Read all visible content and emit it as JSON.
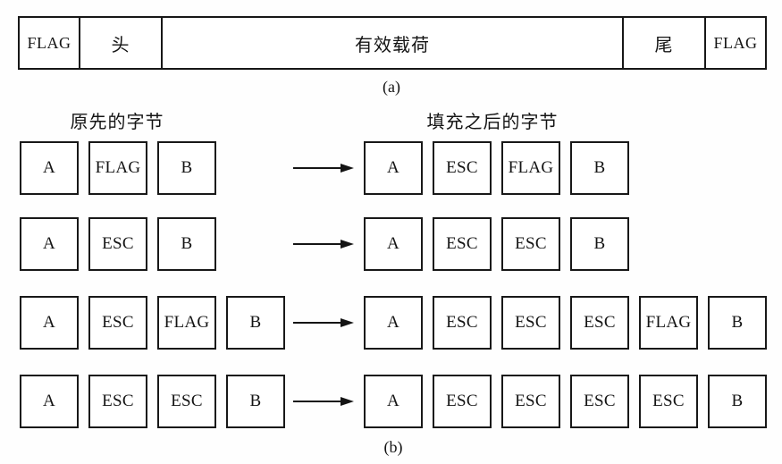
{
  "figure": {
    "frame_a": {
      "cells": [
        {
          "label": "FLAG"
        },
        {
          "label": "头"
        },
        {
          "label": "有效载荷"
        },
        {
          "label": "尾"
        },
        {
          "label": "FLAG"
        }
      ],
      "caption": "(a)"
    },
    "byte_stuffing": {
      "left_title": "原先的字节",
      "right_title": "填充之后的字节",
      "rows": [
        {
          "original": [
            "A",
            "FLAG",
            "B"
          ],
          "stuffed": [
            "A",
            "ESC",
            "FLAG",
            "B"
          ]
        },
        {
          "original": [
            "A",
            "ESC",
            "B"
          ],
          "stuffed": [
            "A",
            "ESC",
            "ESC",
            "B"
          ]
        },
        {
          "original": [
            "A",
            "ESC",
            "FLAG",
            "B"
          ],
          "stuffed": [
            "A",
            "ESC",
            "ESC",
            "ESC",
            "FLAG",
            "B"
          ]
        },
        {
          "original": [
            "A",
            "ESC",
            "ESC",
            "B"
          ],
          "stuffed": [
            "A",
            "ESC",
            "ESC",
            "ESC",
            "ESC",
            "B"
          ]
        }
      ],
      "row_tops": [
        158,
        243,
        331,
        419
      ],
      "caption": "(b)"
    }
  }
}
